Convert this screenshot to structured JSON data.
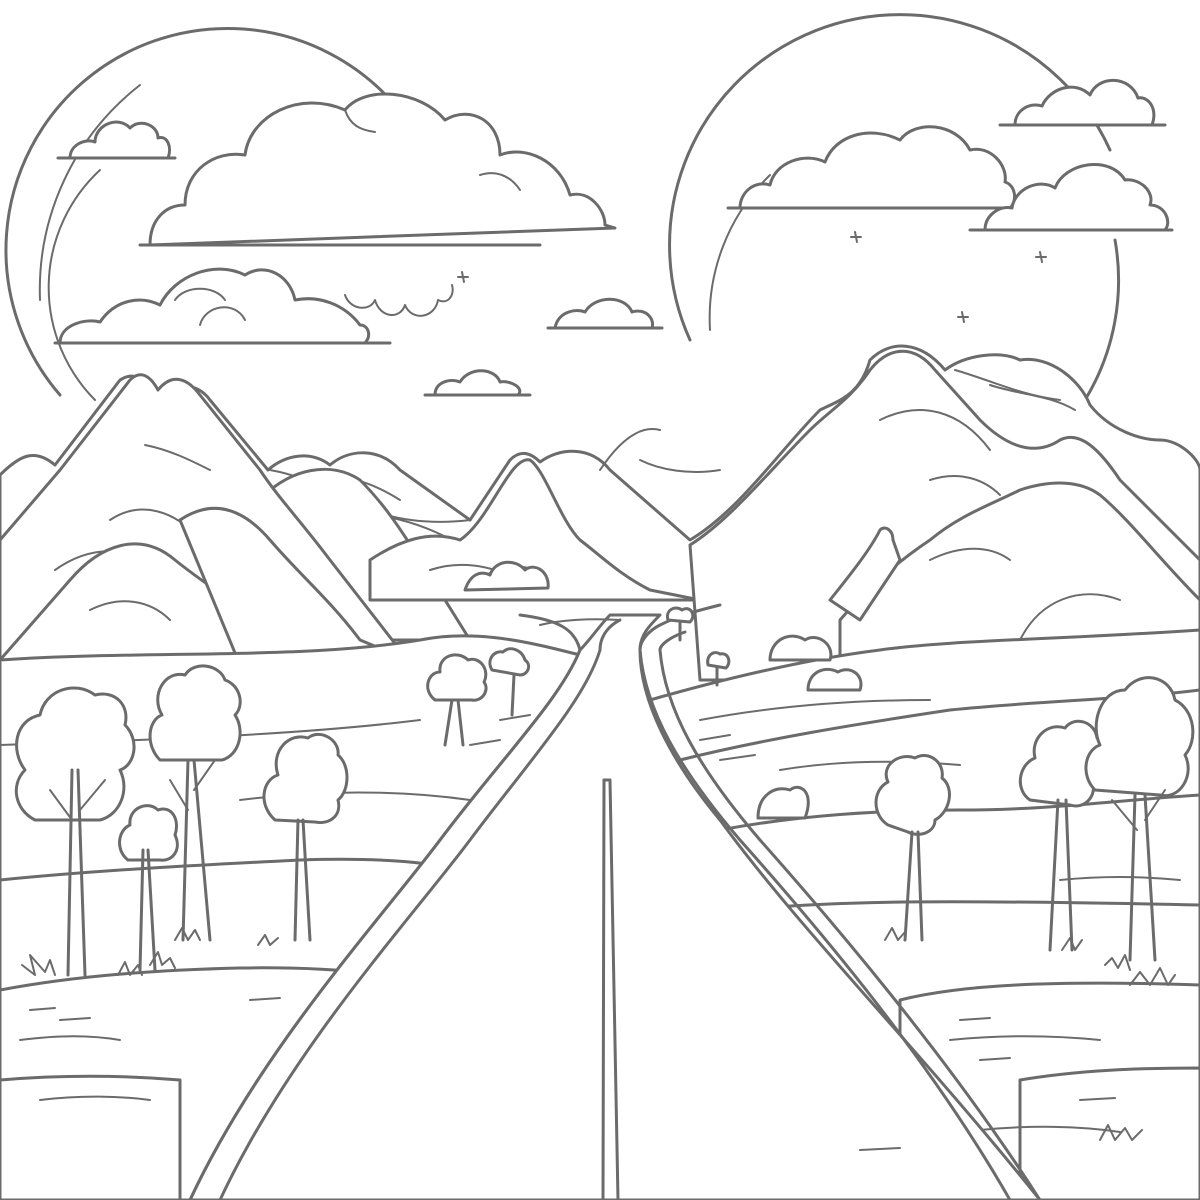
{
  "scene": {
    "style": "line-art coloring page",
    "line_color": "#6b6b6b",
    "background_color": "#ffffff",
    "elements": [
      "sun-halo",
      "clouds",
      "sparkles",
      "mountains",
      "hills",
      "trees",
      "winding-road",
      "grass-tufts"
    ]
  }
}
